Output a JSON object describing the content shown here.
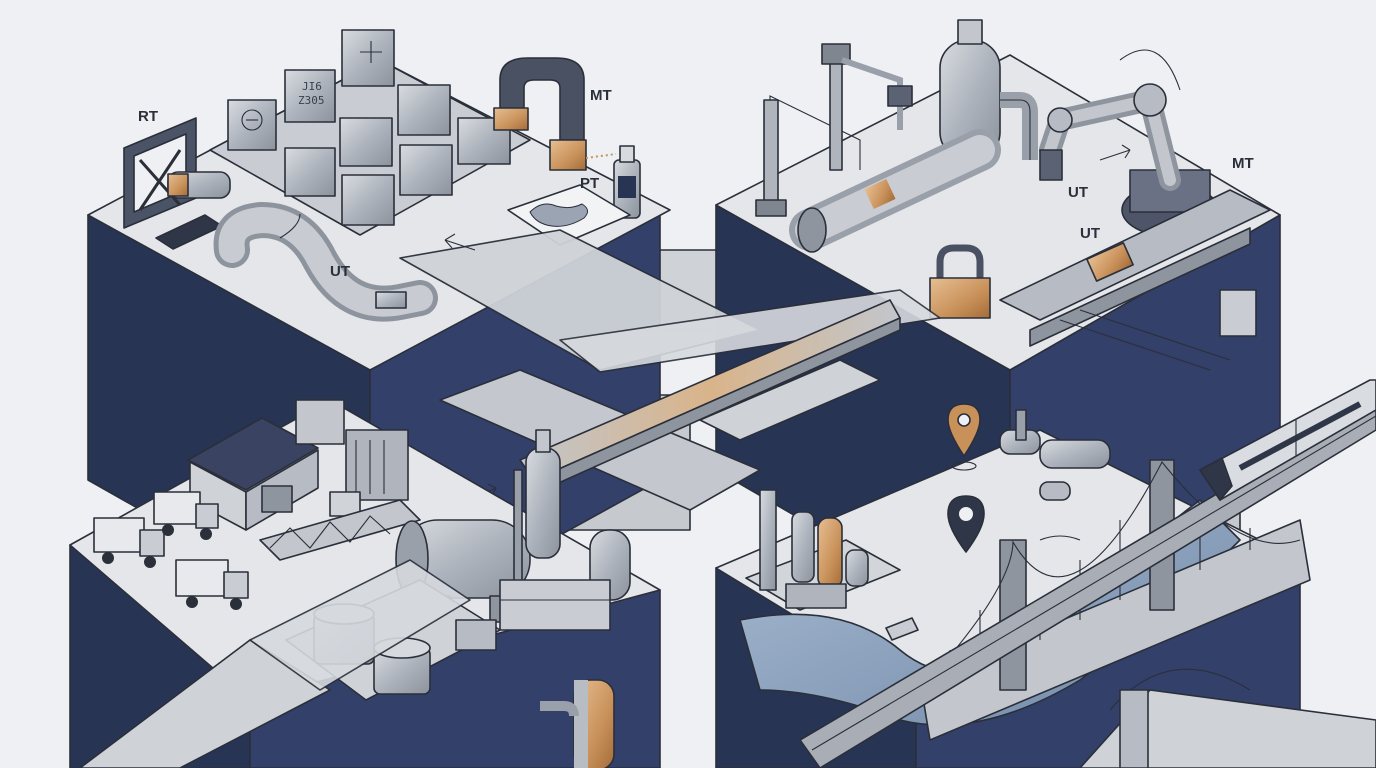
{
  "labels": {
    "rt": "RT",
    "mt_top_left": "MT",
    "pt": "PT",
    "ut_pipe": "UT",
    "ut_right_1": "UT",
    "ut_right_2": "UT",
    "mt_right": "MT"
  },
  "plate_markings": {
    "block_a_line1": "JI6",
    "block_a_line2": "Z305"
  },
  "icons": [
    "map-pin-icon",
    "location-pin-icon",
    "arrow-icon"
  ],
  "colors": {
    "background": "#eef0f3",
    "plateau_top": "#e4e6ea",
    "plateau_side": "#283454",
    "metal": "#b9bec6",
    "metal_dark": "#8f959f",
    "accent_copper": "#c9915a",
    "water": "#8fa6c2"
  }
}
